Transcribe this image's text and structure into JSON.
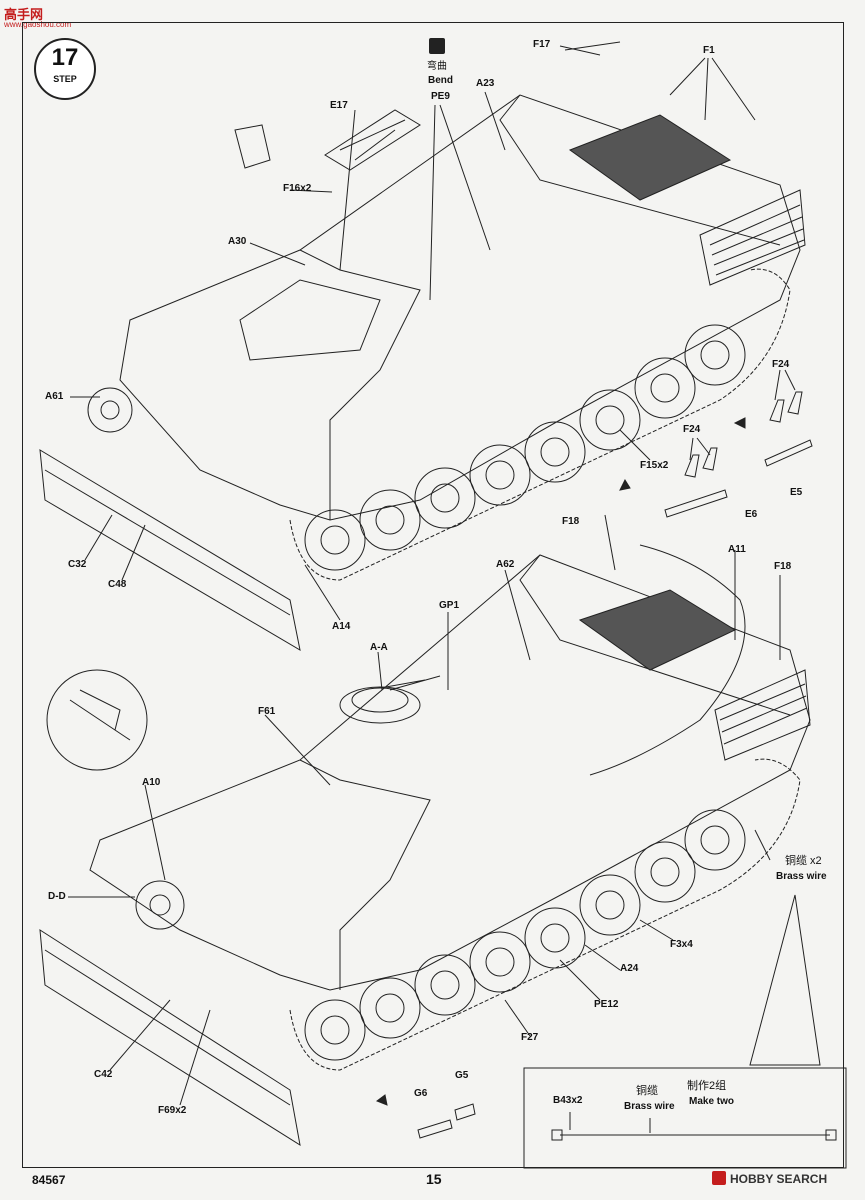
{
  "watermark": {
    "top": "高手网",
    "sub": "www.gaoshou.com"
  },
  "step": {
    "number": "17",
    "word": "STEP"
  },
  "bend_note": {
    "cn": "弯曲",
    "en": "Bend"
  },
  "parts_top": {
    "E17": "E17",
    "F16x2": "F16x2",
    "A30": "A30",
    "A61": "A61",
    "C32": "C32",
    "C48": "C48",
    "A14": "A14",
    "PE9": "PE9",
    "A23": "A23",
    "F17": "F17",
    "F1": "F1",
    "F24a": "F24",
    "F24b": "F24",
    "E5": "E5",
    "E6": "E6",
    "F15x2": "F15x2"
  },
  "parts_bottom": {
    "F18a": "F18",
    "A11": "A11",
    "F18b": "F18",
    "A62": "A62",
    "GP1": "GP1",
    "AA": "A-A",
    "F61": "F61",
    "A10": "A10",
    "DD": "D-D",
    "C42": "C42",
    "F69x2": "F69x2",
    "G6": "G6",
    "G5": "G5",
    "F27": "F27",
    "PE12": "PE12",
    "A24": "A24",
    "F3x4": "F3x4"
  },
  "brass_label": {
    "cn": "铜缆 x2",
    "en": "Brass wire"
  },
  "make_box": {
    "part": "B43x2",
    "cn1": "铜缆",
    "en1": "Brass wire",
    "cn2": "制作2组",
    "en2": "Make two"
  },
  "footer": {
    "code": "84567",
    "page": "15",
    "brand": "HOBBY SEARCH"
  },
  "colors": {
    "line": "#222222",
    "paper": "#f4f4f2",
    "accent": "#c41d1d"
  }
}
